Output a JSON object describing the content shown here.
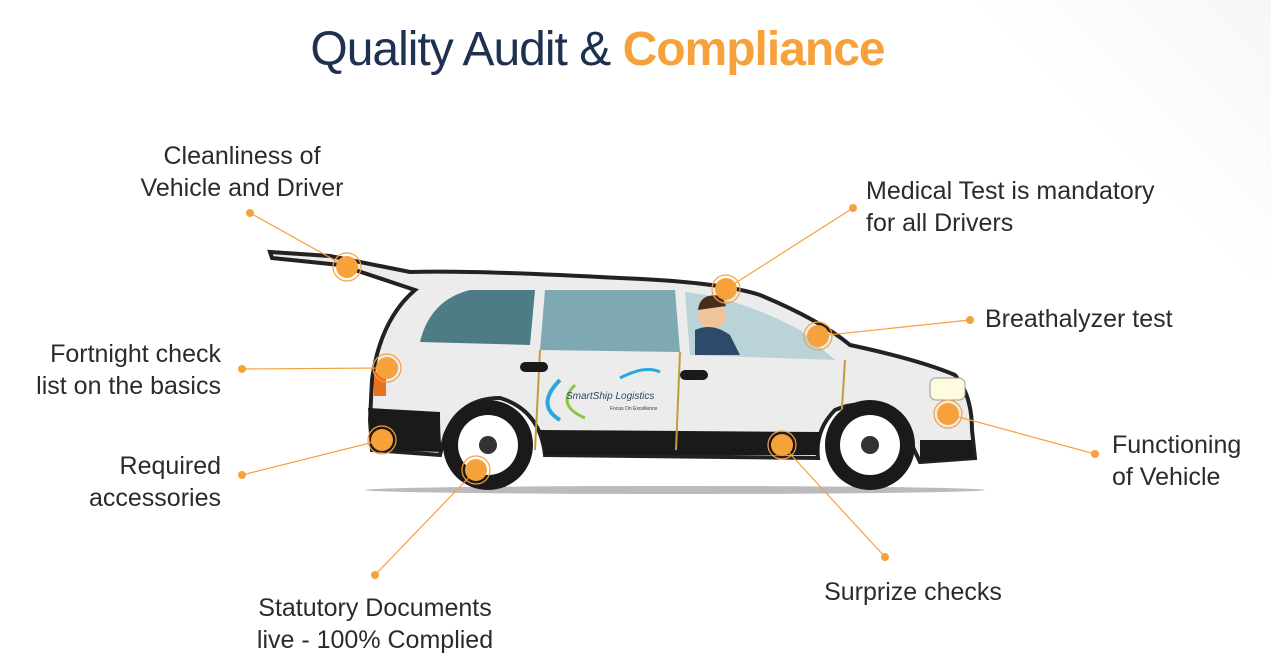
{
  "title": {
    "main": "Quality Audit &",
    "accent": "Compliance"
  },
  "brand": {
    "name": "SmartShip Logistics",
    "tagline": "Focus On Excellence"
  },
  "colors": {
    "accent": "#f7a13b",
    "title": "#1f3150"
  },
  "labels": [
    {
      "line1": "Cleanliness of",
      "line2": "Vehicle and Driver"
    },
    {
      "line1": "Medical Test is mandatory",
      "line2": "for all Drivers"
    },
    {
      "line1": "Breathalyzer test",
      "line2": ""
    },
    {
      "line1": "Fortnight check",
      "line2": "list on the basics"
    },
    {
      "line1": "Functioning",
      "line2": "of Vehicle"
    },
    {
      "line1": "Required",
      "line2": "accessories"
    },
    {
      "line1": "Statutory Documents",
      "line2": "live - 100% Complied"
    },
    {
      "line1": "Surprize checks",
      "line2": ""
    }
  ]
}
